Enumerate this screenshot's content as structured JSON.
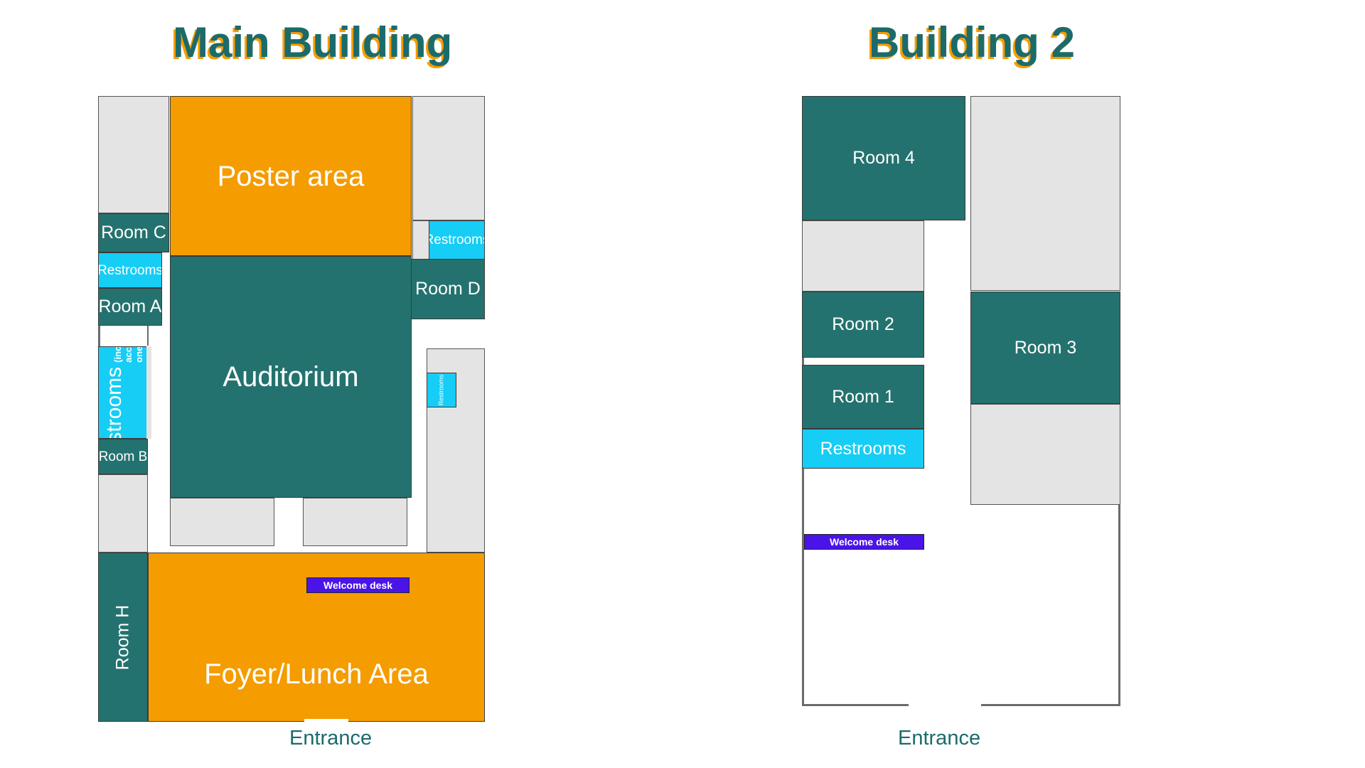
{
  "page": {
    "kind": "venue-floor-plan",
    "background": "#ffffff"
  },
  "colors": {
    "room_teal": "#24726F",
    "area_orange": "#F59C00",
    "restroom_cyan": "#16CDF5",
    "neutral_gray": "#E4E4E4",
    "welcome_desk_blue": "#4A14E8",
    "title_text": "#1C6B6B",
    "title_shadow": "#F59C00",
    "wall_stroke": "#3a3a3a"
  },
  "buildings": [
    {
      "id": "main-building",
      "title": "Main Building",
      "entrance_label": "Entrance",
      "rooms": [
        {
          "id": "poster-area",
          "label": "Poster area",
          "fill": "orange"
        },
        {
          "id": "auditorium",
          "label": "Auditorium",
          "fill": "teal"
        },
        {
          "id": "foyer-lunch",
          "label": "Foyer/Lunch Area",
          "fill": "orange"
        },
        {
          "id": "room-c",
          "label": "Room C",
          "fill": "teal"
        },
        {
          "id": "room-a",
          "label": "Room A",
          "fill": "teal"
        },
        {
          "id": "room-b",
          "label": "Room B",
          "fill": "teal"
        },
        {
          "id": "room-d",
          "label": "Room D",
          "fill": "teal"
        },
        {
          "id": "room-h",
          "label": "Room H",
          "fill": "teal"
        },
        {
          "id": "restrooms-left-upper",
          "label": "Restrooms",
          "fill": "cyan"
        },
        {
          "id": "restrooms-left-main",
          "label": "Restrooms",
          "sublabel": "(incl. accessible ones )",
          "fill": "cyan"
        },
        {
          "id": "restrooms-right-upper",
          "label": "Restrooms",
          "fill": "cyan"
        },
        {
          "id": "restrooms-right-mid",
          "label": "Restrooms",
          "fill": "cyan"
        }
      ],
      "welcome_desk": {
        "label": "Welcome desk"
      }
    },
    {
      "id": "building-2",
      "title": "Building 2",
      "entrance_label": "Entrance",
      "rooms": [
        {
          "id": "room-4",
          "label": "Room 4",
          "fill": "teal"
        },
        {
          "id": "room-3",
          "label": "Room 3",
          "fill": "teal"
        },
        {
          "id": "room-2",
          "label": "Room 2",
          "fill": "teal"
        },
        {
          "id": "room-1",
          "label": "Room 1",
          "fill": "teal"
        },
        {
          "id": "restrooms",
          "label": "Restrooms",
          "fill": "cyan"
        }
      ],
      "welcome_desk": {
        "label": "Welcome desk"
      }
    }
  ]
}
